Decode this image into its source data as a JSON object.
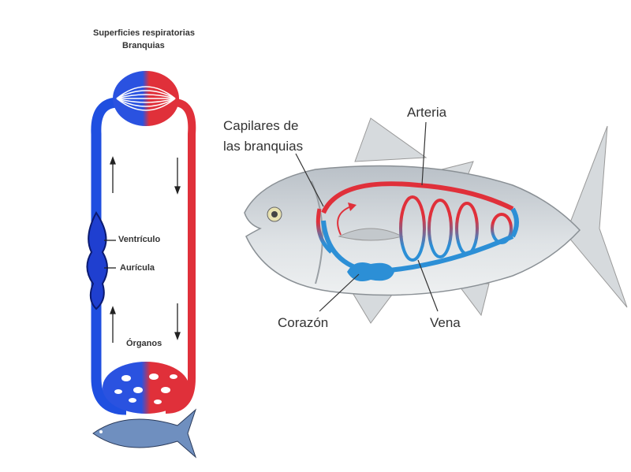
{
  "left_diagram": {
    "title": "Superficies respiratorias",
    "subtitle": "Branquias",
    "labels": {
      "ventricle": "Ventrículo",
      "atrium": "Aurícula",
      "organs": "Órganos"
    }
  },
  "right_diagram": {
    "labels": {
      "gill_capillaries_line1": "Capilares de",
      "gill_capillaries_line2": "las branquias",
      "artery": "Arteria",
      "heart": "Corazón",
      "vein": "Vena"
    }
  },
  "colors": {
    "oxygenated": "#e0303a",
    "deoxygenated": "#1f4fe0",
    "fish_body": "#c9ced3"
  }
}
